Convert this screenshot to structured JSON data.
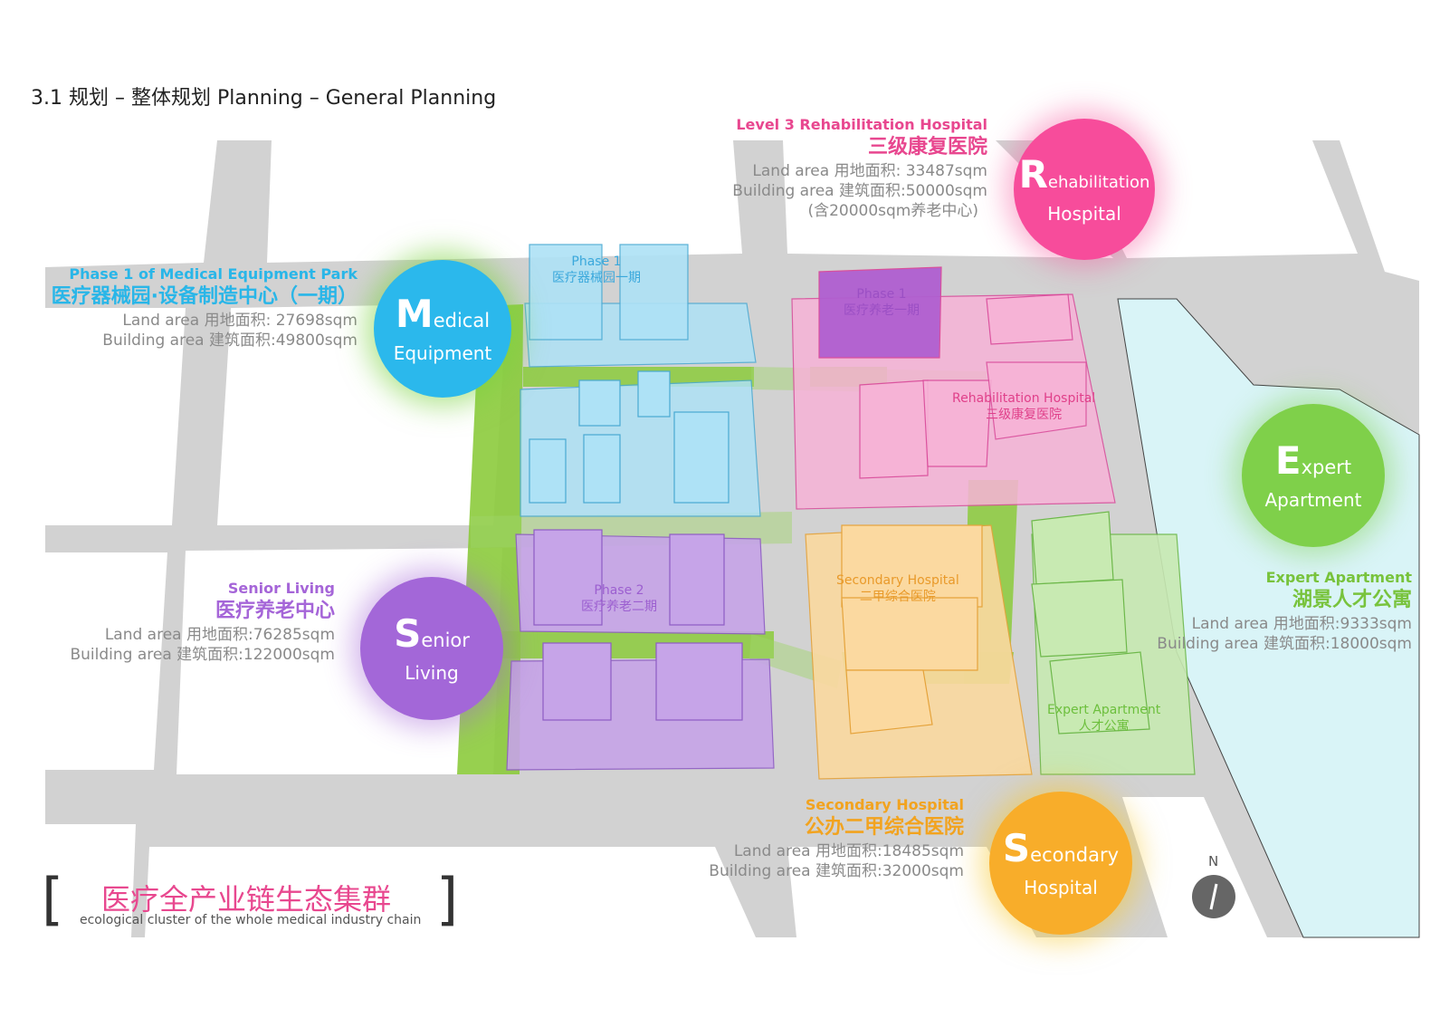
{
  "title": "3.1 规划 – 整体规划 Planning – General Planning",
  "zones": {
    "medical": {
      "en": "Phase 1 of Medical Equipment Park",
      "cn": "医疗器械园·设备制造中心（一期）",
      "land": "Land area 用地面积: 27698sqm",
      "building": "Building area 建筑面积:49800sqm",
      "badge_initial": "M",
      "badge_rest": "edical",
      "badge_line2": "Equipment",
      "plan_en": "Phase 1",
      "plan_cn": "医疗器械园一期",
      "color": "#29b6e8"
    },
    "rehab": {
      "en": "Level 3 Rehabilitation Hospital",
      "cn": "三级康复医院",
      "land": "Land area 用地面积: 33487sqm",
      "building": "Building area 建筑面积:50000sqm",
      "note": "(含20000sqm养老中心)",
      "badge_initial": "R",
      "badge_rest": "ehabilitation",
      "badge_line2": "Hospital",
      "plan_en": "Rehabilitation Hospital",
      "plan_cn": "三级康复医院",
      "phase_en": "Phase 1",
      "phase_cn": "医疗养老一期",
      "color": "#f0479a"
    },
    "expert": {
      "en": "Expert Apartment",
      "cn": "湖景人才公寓",
      "land": "Land area 用地面积:9333sqm",
      "building": "Building area 建筑面积:18000sqm",
      "badge_initial": "E",
      "badge_rest": "xpert",
      "badge_line2": "Apartment",
      "plan_en": "Expert Apartment",
      "plan_cn": "人才公寓",
      "color": "#7ccc3d"
    },
    "senior": {
      "en": "Senior Living",
      "cn": "医疗养老中心",
      "land": "Land area 用地面积:76285sqm",
      "building": "Building area 建筑面积:122000sqm",
      "badge_initial": "S",
      "badge_rest": "enior",
      "badge_line2": "Living",
      "plan_en": "Phase 2",
      "plan_cn": "医疗养老二期",
      "color": "#a26ad6"
    },
    "secondary": {
      "en": "Secondary Hospital",
      "cn": "公办二甲综合医院",
      "land": "Land area 用地面积:18485sqm",
      "building": "Building area 建筑面积:32000sqm",
      "badge_initial": "S",
      "badge_rest": "econdary",
      "badge_line2": "Hospital",
      "plan_en": "Secondary Hospital",
      "plan_cn": "二甲综合医院",
      "color": "#f7a823"
    }
  },
  "footer": {
    "cn": "医疗全产业链生态集群",
    "en": "ecological cluster of the whole medical industry chain"
  },
  "compass": "N"
}
